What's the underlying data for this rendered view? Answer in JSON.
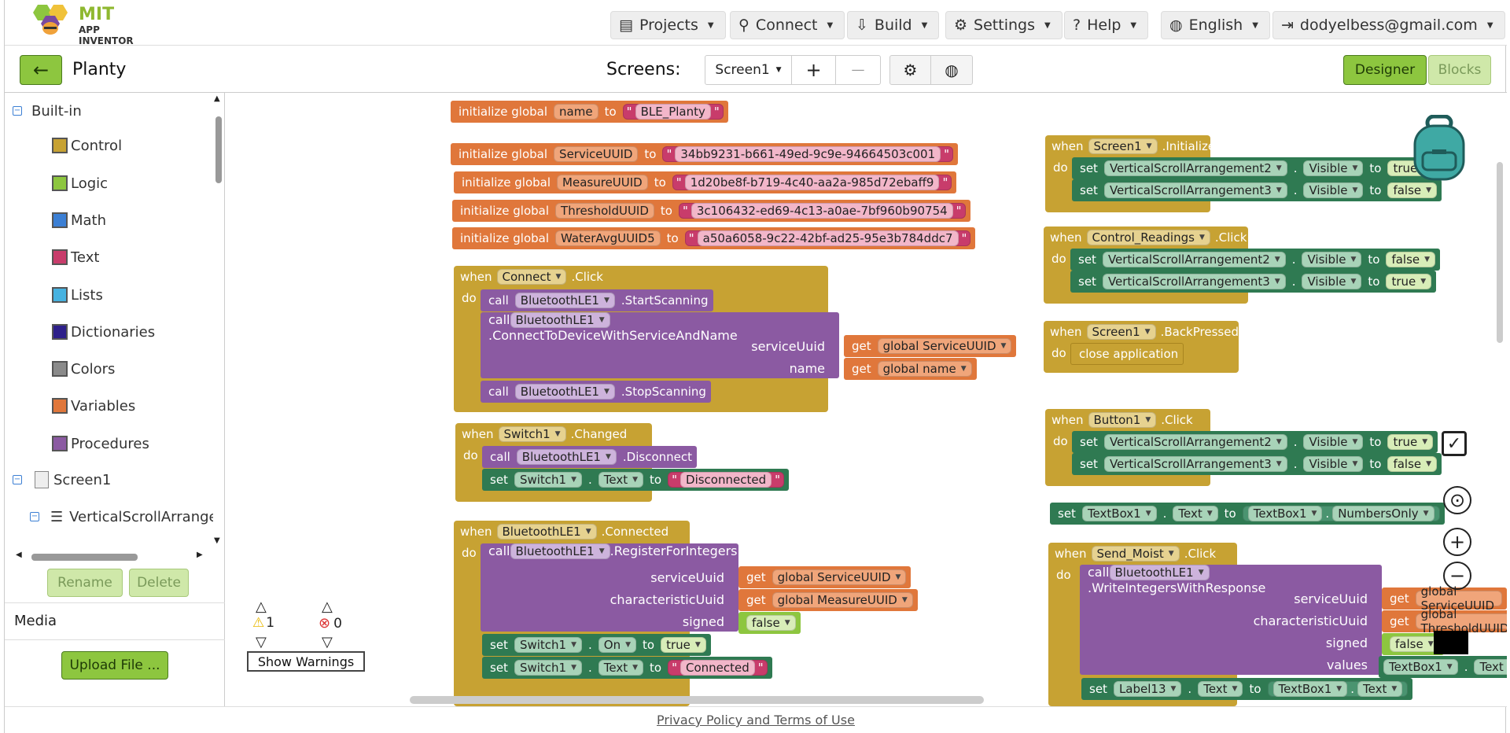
{
  "header": {
    "logo": {
      "line1": "MIT",
      "line2": "APP INVENTOR"
    },
    "nav": [
      {
        "label": "Projects",
        "icon": "archive-icon"
      },
      {
        "label": "Connect",
        "icon": "antenna-icon"
      },
      {
        "label": "Build",
        "icon": "download-box-icon"
      },
      {
        "label": "Settings",
        "icon": "gear-icon"
      },
      {
        "label": "Help",
        "icon": "question-circle-icon"
      },
      {
        "label": "English",
        "icon": "globe-icon"
      },
      {
        "label": "dodyelbess@gmail.com",
        "icon": "logout-icon"
      }
    ]
  },
  "toolbar": {
    "project_name": "Planty",
    "screens_label": "Screens:",
    "screen_selected": "Screen1",
    "add_screen": "+",
    "remove_screen": "—",
    "designer_label": "Designer",
    "blocks_label": "Blocks"
  },
  "sidebar": {
    "builtin_label": "Built-in",
    "items": [
      {
        "label": "Control",
        "color": "#c7a233"
      },
      {
        "label": "Logic",
        "color": "#8dc63f"
      },
      {
        "label": "Math",
        "color": "#3b7fd4"
      },
      {
        "label": "Text",
        "color": "#c83c6b"
      },
      {
        "label": "Lists",
        "color": "#47b2e0"
      },
      {
        "label": "Dictionaries",
        "color": "#2d1f8a"
      },
      {
        "label": "Colors",
        "color": "#8a8a8a"
      },
      {
        "label": "Variables",
        "color": "#e0773b"
      },
      {
        "label": "Procedures",
        "color": "#8b5aa2"
      }
    ],
    "screen_label": "Screen1",
    "vsa_label": "VerticalScrollArrange",
    "rename_label": "Rename",
    "delete_label": "Delete",
    "media_label": "Media",
    "upload_label": "Upload File ..."
  },
  "globals": [
    {
      "kw": "initialize global",
      "name": "name",
      "to": "to",
      "value": "BLE_Planty"
    },
    {
      "kw": "initialize global",
      "name": "ServiceUUID",
      "to": "to",
      "value": "34bb9231-b661-49ed-9c9e-94664503c001"
    },
    {
      "kw": "initialize global",
      "name": "MeasureUUID",
      "to": "to",
      "value": "1d20be8f-b719-4c40-aa2a-985d72ebaff9"
    },
    {
      "kw": "initialize global",
      "name": "ThresholdUUID",
      "to": "to",
      "value": "3c106432-ed69-4c13-a0ae-7bf960b90754"
    },
    {
      "kw": "initialize global",
      "name": "WaterAvgUUID5",
      "to": "to",
      "value": "a50a6058-9c22-42bf-ad25-95e3b784ddc7"
    }
  ],
  "kw": {
    "when": "when",
    "do": "do",
    "call": "call",
    "set": "set",
    "to": "to",
    "get": "get",
    "click": ".Click",
    "changed": ".Changed",
    "connected": ".Connected",
    "initialize": ".Initialize",
    "backpressed": ".BackPressed",
    "visible": "Visible",
    "text": "Text",
    "on": "On",
    "true": "true",
    "false": "false",
    "quote": "\""
  },
  "connect_click": {
    "component": "Connect",
    "start": ".StartScanning",
    "connect_method": ".ConnectToDeviceWithServiceAndName",
    "service_uuid_label": "serviceUuid",
    "name_label": "name",
    "get_service": "global ServiceUUID",
    "get_name": "global name",
    "stop": ".StopScanning",
    "ble": "BluetoothLE1"
  },
  "switch_changed": {
    "component": "Switch1",
    "disconnect": ".Disconnect",
    "text_value": "Disconnected"
  },
  "ble_connected": {
    "component": "BluetoothLE1",
    "register": ".RegisterForIntegers",
    "service_uuid_label": "serviceUuid",
    "char_uuid_label": "characteristicUuid",
    "signed_label": "signed",
    "get_service": "global ServiceUUID",
    "get_measure": "global MeasureUUID",
    "text_value": "Connected"
  },
  "screen_init": {
    "component": "Screen1",
    "vsa2": "VerticalScrollArrangement2",
    "vsa3": "VerticalScrollArrangement3"
  },
  "control_readings": {
    "component": "Control_Readings"
  },
  "back_pressed": {
    "component": "Screen1",
    "close": "close application"
  },
  "button1_click": {
    "component": "Button1"
  },
  "textbox_set": {
    "component": "TextBox1",
    "prop": "NumbersOnly"
  },
  "send_moist": {
    "component": "Send_Moist",
    "method": ".WriteIntegersWithResponse",
    "service_uuid_label": "serviceUuid",
    "char_uuid_label": "characteristicUuid",
    "signed_label": "signed",
    "values_label": "values",
    "get_service": "global ServiceUUID",
    "get_threshold": "global ThresholdUUID",
    "label": "Label13"
  },
  "warnings": {
    "warn_count": "1",
    "error_count": "0",
    "show_label": "Show Warnings"
  },
  "footer": {
    "privacy": "Privacy Policy and Terms of Use"
  }
}
